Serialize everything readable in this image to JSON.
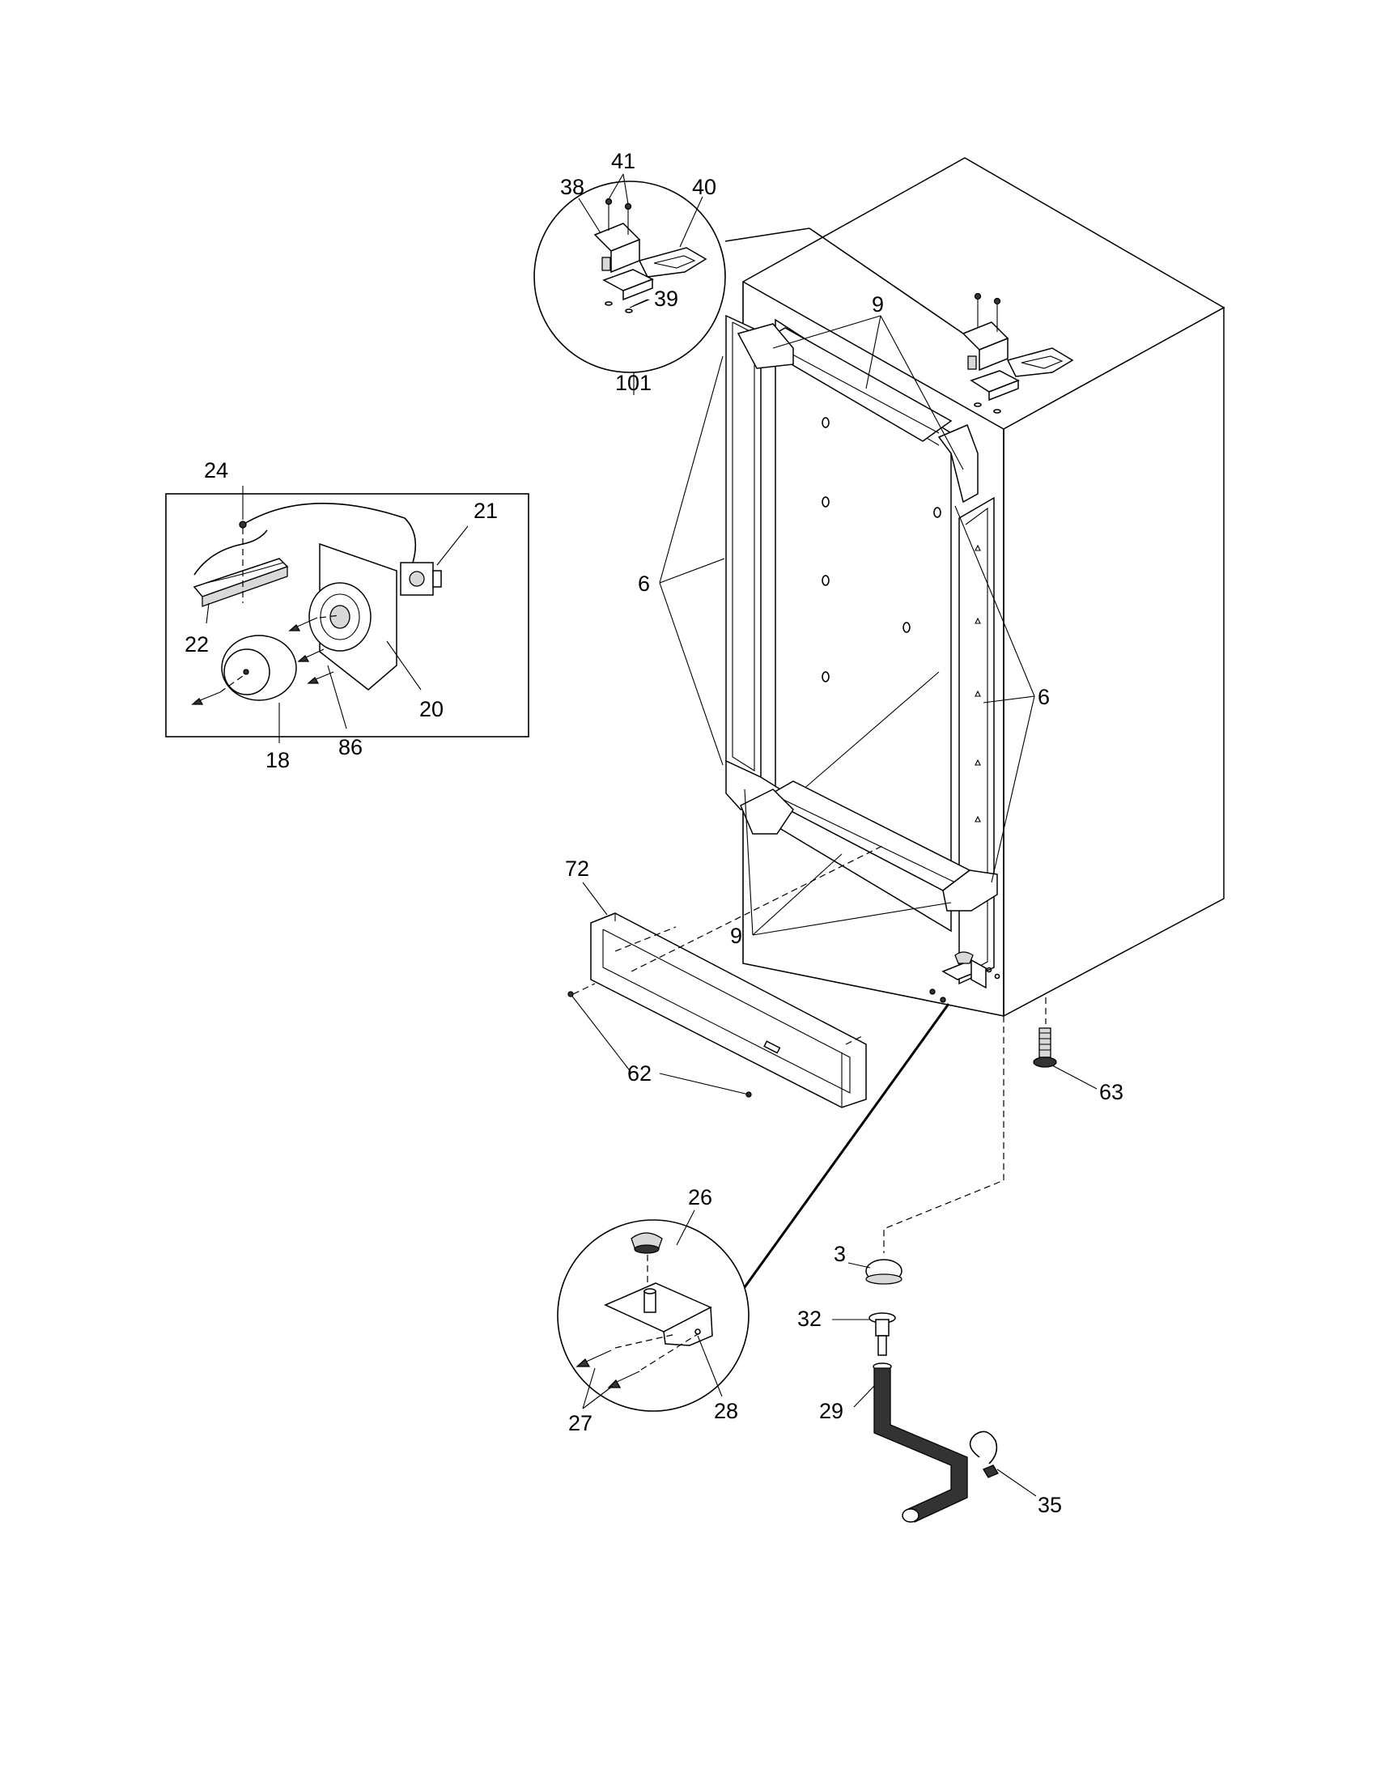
{
  "callouts": {
    "c41": "41",
    "c38": "38",
    "c40": "40",
    "c39": "39",
    "c101": "101",
    "c9a": "9",
    "c6a": "6",
    "c6b": "6",
    "c9b": "9",
    "c24": "24",
    "c21": "21",
    "c22": "22",
    "c20": "20",
    "c86": "86",
    "c18": "18",
    "c72": "72",
    "c62": "62",
    "c63": "63",
    "c26": "26",
    "c3": "3",
    "c32": "32",
    "c29": "29",
    "c27": "27",
    "c28": "28",
    "c35": "35"
  }
}
